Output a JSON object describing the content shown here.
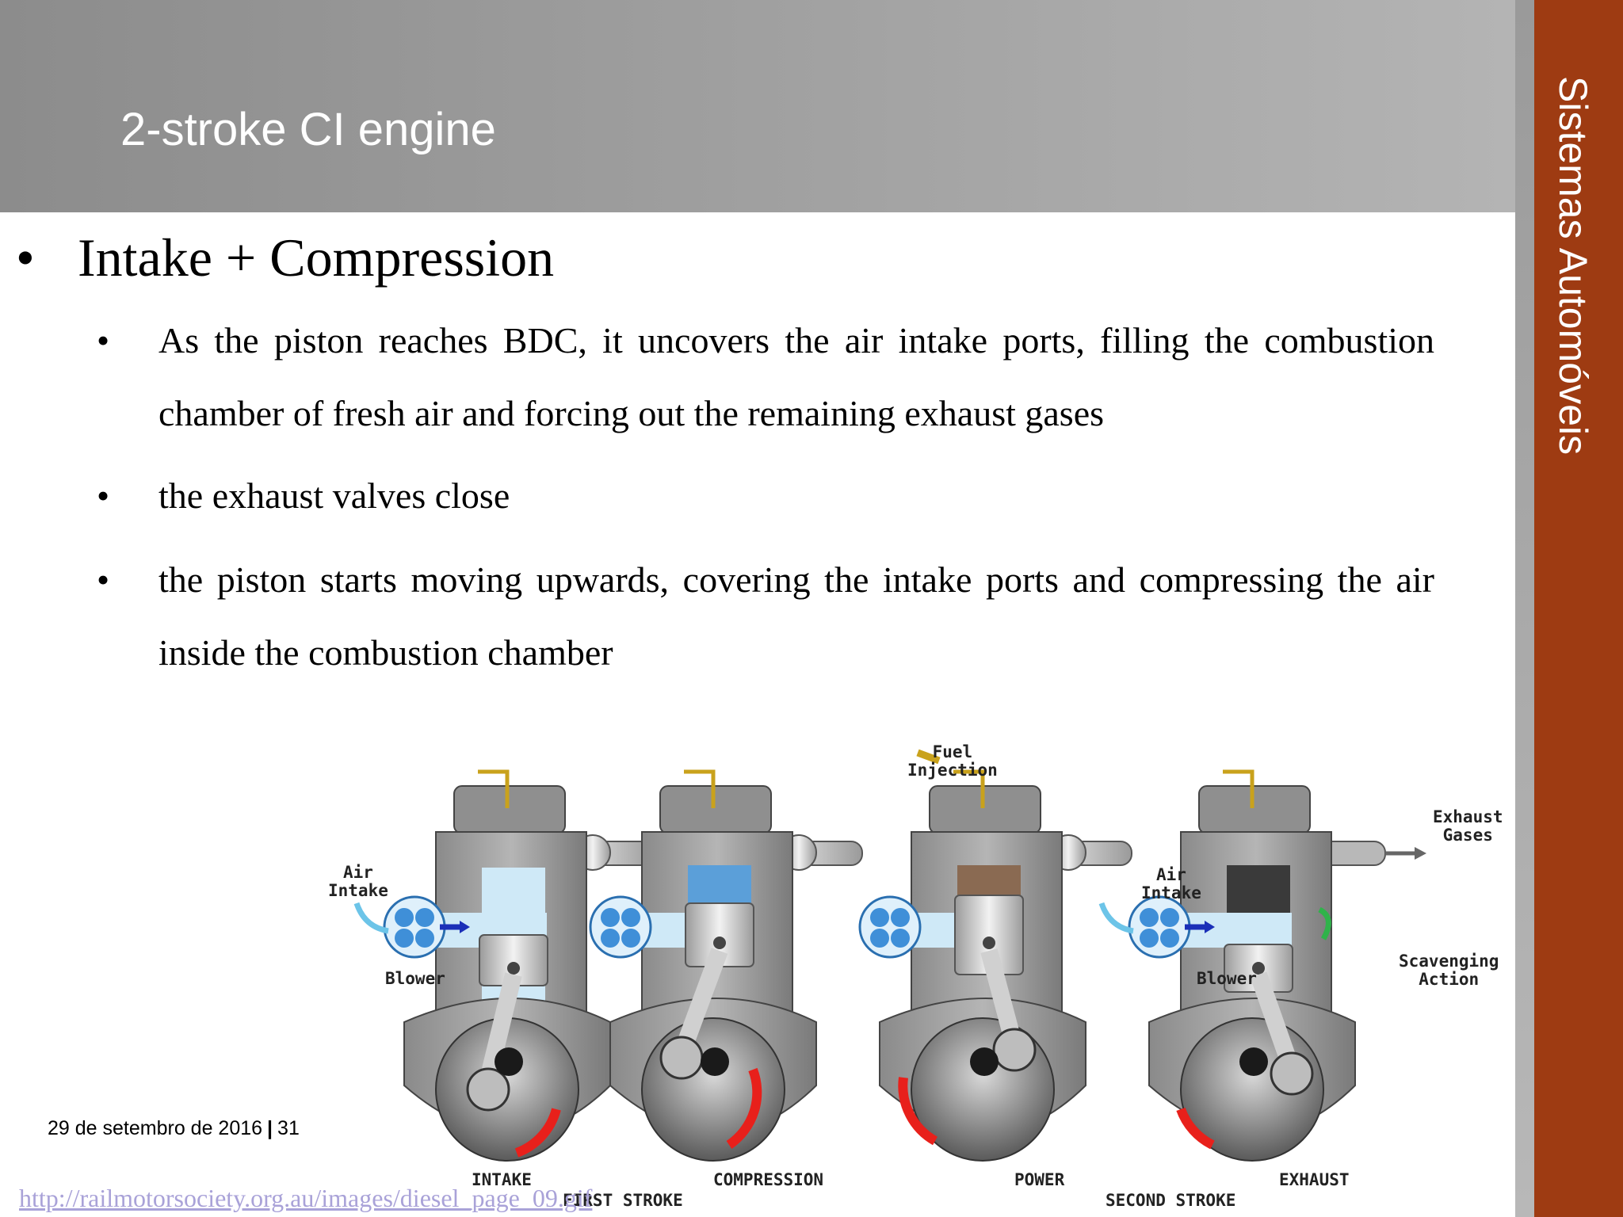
{
  "header": {
    "title": "2-stroke CI engine"
  },
  "sidebar": {
    "label": "Sistemas Automóveis"
  },
  "content": {
    "heading": "Intake + Compression",
    "bullets": [
      "As the piston reaches BDC, it uncovers the air intake ports, filling the combustion chamber of fresh air and forcing out the remaining exhaust gases",
      "the exhaust valves close",
      "the piston starts moving upwards, covering the intake ports and compressing the air inside the combustion chamber"
    ]
  },
  "diagram": {
    "labels": {
      "fuel_injection": "Fuel\nInjection",
      "air_intake_1": "Air\nIntake",
      "blower_1": "Blower",
      "air_intake_2": "Air\nIntake",
      "blower_2": "Blower",
      "exhaust_gases": "Exhaust\nGases",
      "scavenging_action": "Scavenging\nAction"
    },
    "stages": [
      "INTAKE",
      "COMPRESSION",
      "POWER",
      "EXHAUST"
    ],
    "strokes": [
      "FIRST STROKE",
      "SECOND STROKE"
    ]
  },
  "footer": {
    "date": "29 de setembro de 2016",
    "page": "31",
    "source_url": "http://railmotorsociety.org.au/images/diesel_page_09.gif"
  },
  "colors": {
    "header_bg": "#999999",
    "sidebar_bg": "#9e3b12",
    "link": "#a9a2d8",
    "fresh_air": "#cfe9f7",
    "compressed_air": "#5b9fd9",
    "combustion": "#8a6a52",
    "exhaust": "#3a3a3a",
    "rotation_arrow": "#e8201b"
  }
}
